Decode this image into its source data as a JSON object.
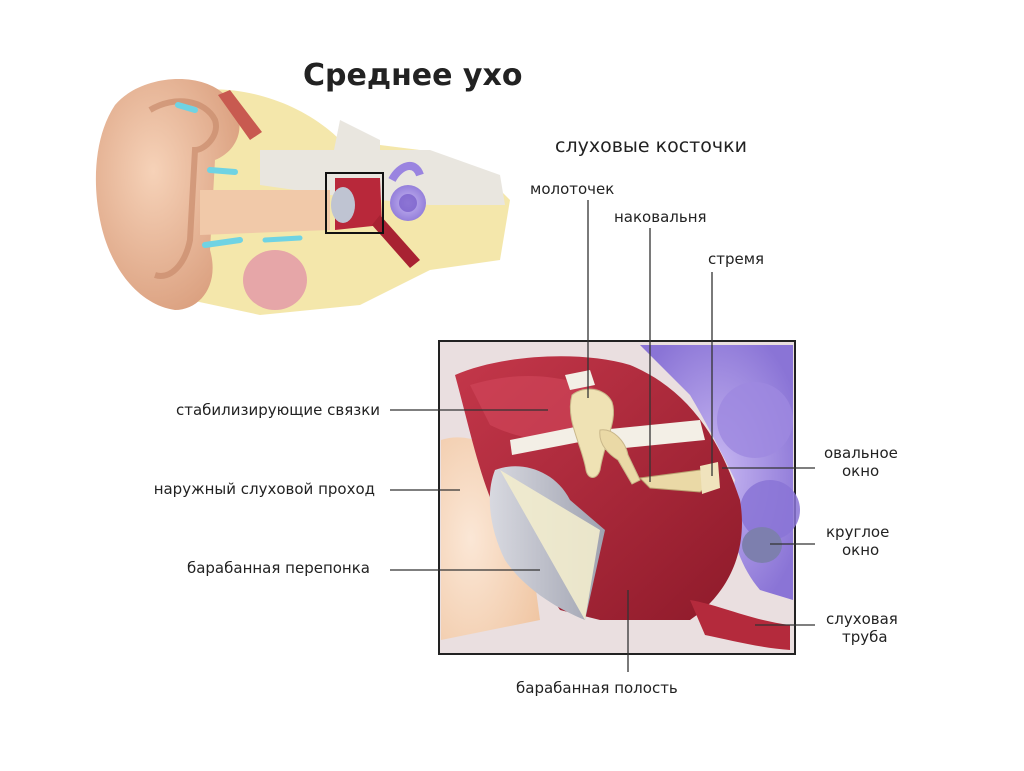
{
  "slide": {
    "title": "Среднее ухо",
    "subtitle": "слуховые косточки"
  },
  "labels": {
    "malleus": "молоточек",
    "incus": "наковальня",
    "stapes": "стремя",
    "ligaments": "стабилизирующие связки",
    "ear_canal": "наружный слуховой проход",
    "eardrum": "барабанная перепонка",
    "oval_window_1": "овальное",
    "oval_window_2": "окно",
    "round_window_1": "круглое",
    "round_window_2": "окно",
    "eustachian_1": "слуховая",
    "eustachian_2": "труба",
    "tympanic_cavity": "барабанная полость"
  }
}
